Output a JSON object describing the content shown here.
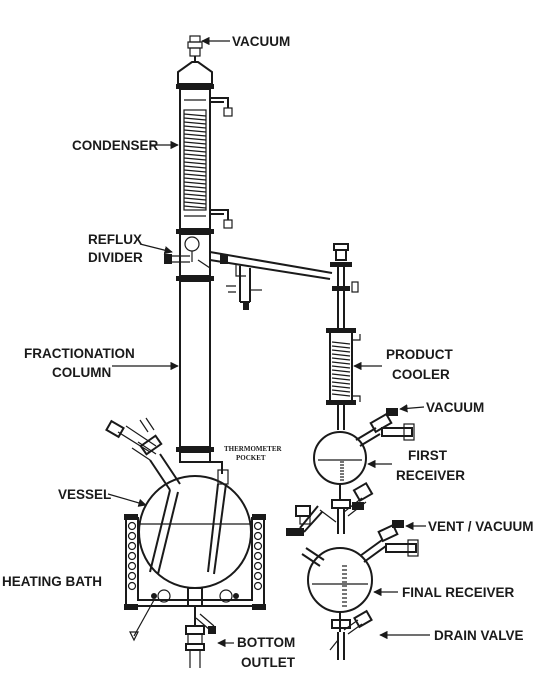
{
  "labels": {
    "vacuum_top": "VACUUM",
    "condenser": "CONDENSER",
    "reflux_line1": "REFLUX",
    "reflux_line2": "DIVIDER",
    "fract_line1": "FRACTIONATION",
    "fract_line2": "COLUMN",
    "thermo_line1": "THERMOMETER",
    "thermo_line2": "POCKET",
    "vessel": "VESSEL",
    "heating_bath": "HEATING BATH",
    "bottom_line1": "BOTTOM",
    "bottom_line2": "OUTLET",
    "product_line1": "PRODUCT",
    "product_line2": "COOLER",
    "vacuum_right": "VACUUM",
    "first_line1": "FIRST",
    "first_line2": "RECEIVER",
    "vent_vacuum": "VENT / VACUUM",
    "final_receiver": "FINAL RECEIVER",
    "drain_valve": "DRAIN VALVE"
  }
}
